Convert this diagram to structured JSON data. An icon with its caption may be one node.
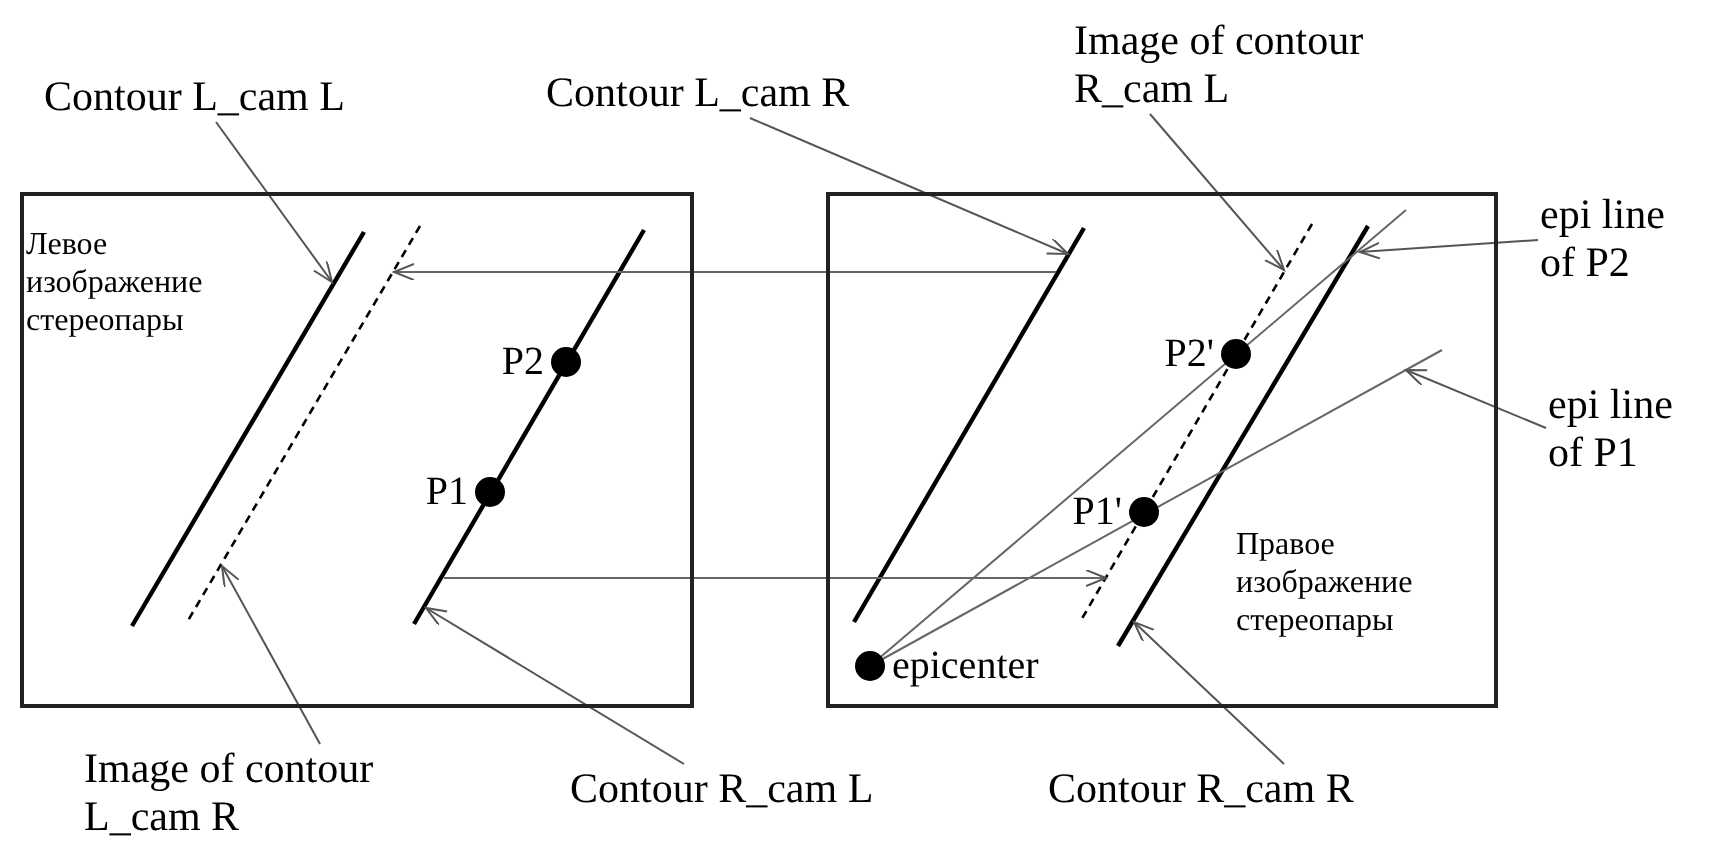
{
  "diagram": {
    "nodes": [
      {
        "text": [
          "Левое изображение стереопары"
        ]
      },
      {
        "text": [
          "P2"
        ],
        "in": 0
      },
      {
        "text": [
          "P1"
        ],
        "in": 0
      },
      {
        "text": [
          "Правое изображение стереопары"
        ]
      },
      {
        "text": [
          "P2'"
        ],
        "in": 3
      },
      {
        "text": [
          "P1'"
        ],
        "in": 3
      },
      {
        "text": [
          "epicenter"
        ],
        "in": 3
      },
      {
        "text": [
          "Contour L_cam L"
        ]
      },
      {
        "text": [
          "Contour L_cam R"
        ]
      },
      {
        "text": [
          "Image of contour R_cam L"
        ]
      },
      {
        "text": [
          "epi line of P2"
        ]
      },
      {
        "text": [
          "epi line of P1"
        ]
      },
      {
        "text": [
          "Image of contour L_cam R"
        ]
      },
      {
        "text": [
          "Contour R_cam L"
        ]
      },
      {
        "text": [
          "Contour R_cam R"
        ]
      }
    ],
    "edges": [
      {
        "from": 7,
        "to": null,
        "arrow": "to"
      },
      {
        "from": 8,
        "to": null,
        "arrow": "to"
      },
      {
        "from": 9,
        "to": null,
        "arrow": "to"
      },
      {
        "from": 10,
        "to": null,
        "arrow": "to"
      },
      {
        "from": 11,
        "to": null,
        "arrow": "to"
      },
      {
        "from": 12,
        "to": null,
        "arrow": "to"
      },
      {
        "from": 13,
        "to": null,
        "arrow": "to"
      },
      {
        "from": 14,
        "to": null,
        "arrow": "to"
      }
    ]
  }
}
